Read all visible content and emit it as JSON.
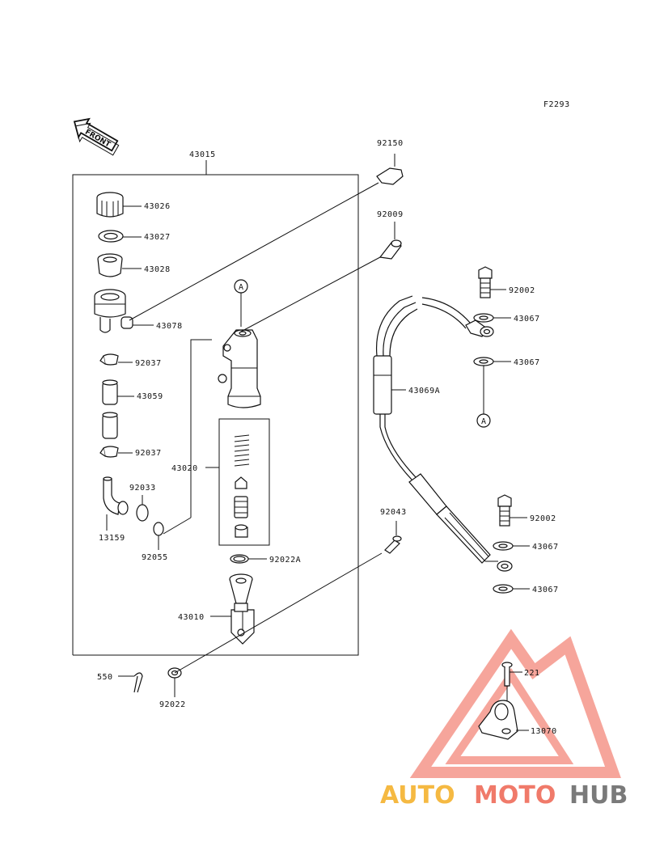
{
  "diagram": {
    "ref_code": "F2293",
    "front_arrow_label": "FRONT",
    "callouts": {
      "p43015": "43015",
      "p92150": "92150",
      "p92009": "92009",
      "p43026": "43026",
      "p43027": "43027",
      "p43028": "43028",
      "p43078": "43078",
      "p92037a": "92037",
      "p43059": "43059",
      "p92037b": "92037",
      "p92033": "92033",
      "p13159": "13159",
      "p92055": "92055",
      "p43020": "43020",
      "p92022A": "92022A",
      "p43010": "43010",
      "p550": "550",
      "p92022": "92022",
      "p92043": "92043",
      "p92002a": "92002",
      "p43067a": "43067",
      "p43067b": "43067",
      "p43069A": "43069A",
      "p92002b": "92002",
      "p43067c": "43067",
      "p43067d": "43067",
      "p221": "221",
      "p13070": "13070",
      "refA1": "A",
      "refA2": "A"
    }
  },
  "watermark": {
    "text_part1": "AUTO",
    "text_part2": "MOTO",
    "text_part3": "HUB",
    "colors": {
      "auto": "#f5b942",
      "moto": "#f07a6a",
      "hub": "#7a7a7a",
      "triangle": "#f3877a"
    }
  }
}
